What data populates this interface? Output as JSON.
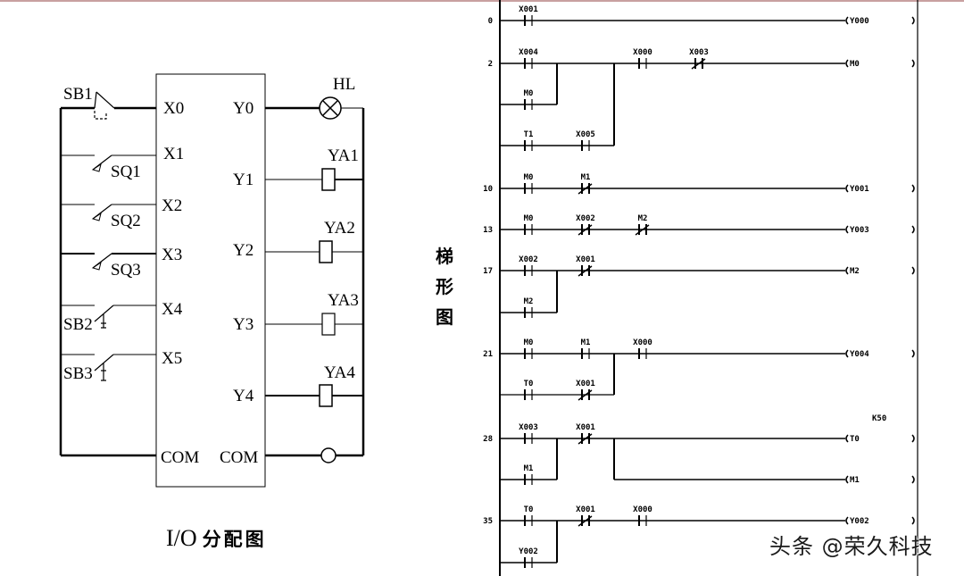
{
  "io_diagram": {
    "caption_prefix": "I/O",
    "caption_cn": "分配图",
    "inputs": [
      {
        "terminal": "X0",
        "device": "SB1",
        "type": "pushbutton-nc"
      },
      {
        "terminal": "X1",
        "device": "SQ1",
        "type": "limit-switch"
      },
      {
        "terminal": "X2",
        "device": "SQ2",
        "type": "limit-switch"
      },
      {
        "terminal": "X3",
        "device": "SQ3",
        "type": "limit-switch"
      },
      {
        "terminal": "X4",
        "device": "SB2",
        "type": "pushbutton-no"
      },
      {
        "terminal": "X5",
        "device": "SB3",
        "type": "pushbutton-no"
      }
    ],
    "input_com": "COM",
    "outputs": [
      {
        "terminal": "Y0",
        "device": "HL",
        "type": "lamp"
      },
      {
        "terminal": "Y1",
        "device": "YA1",
        "type": "coil"
      },
      {
        "terminal": "Y2",
        "device": "YA2",
        "type": "coil"
      },
      {
        "terminal": "Y3",
        "device": "YA3",
        "type": "coil"
      },
      {
        "terminal": "Y4",
        "device": "YA4",
        "type": "coil"
      }
    ],
    "output_com": "COM"
  },
  "ladder_title": [
    "梯",
    "形",
    "图"
  ],
  "ladder": {
    "rungs": [
      {
        "step": "0",
        "contacts": [
          {
            "label": "X001",
            "nc": false
          }
        ],
        "coil": "Y000"
      },
      {
        "step": "2",
        "contacts": [
          {
            "label": "X004",
            "nc": false
          },
          {
            "label": "X000",
            "nc": false
          },
          {
            "label": "X003",
            "nc": true
          }
        ],
        "branches": [
          {
            "label": "M0",
            "nc": false
          },
          {
            "label": "T1",
            "nc": false
          },
          {
            "label": "X005",
            "nc": false
          }
        ],
        "coil": "M0"
      },
      {
        "step": "10",
        "contacts": [
          {
            "label": "M0",
            "nc": false
          },
          {
            "label": "M1",
            "nc": true
          }
        ],
        "coil": "Y001"
      },
      {
        "step": "13",
        "contacts": [
          {
            "label": "M0",
            "nc": false
          },
          {
            "label": "X002",
            "nc": true
          },
          {
            "label": "M2",
            "nc": true
          }
        ],
        "coil": "Y003"
      },
      {
        "step": "17",
        "contacts": [
          {
            "label": "X002",
            "nc": false
          },
          {
            "label": "X001",
            "nc": true
          }
        ],
        "branches": [
          {
            "label": "M2",
            "nc": false
          }
        ],
        "coil": "M2"
      },
      {
        "step": "21",
        "contacts": [
          {
            "label": "M0",
            "nc": false
          },
          {
            "label": "M1",
            "nc": false
          },
          {
            "label": "X000",
            "nc": false
          }
        ],
        "branches": [
          {
            "label": "T0",
            "nc": false
          },
          {
            "label": "X001",
            "nc": true
          }
        ],
        "coil": "Y004"
      },
      {
        "step": "28",
        "contacts": [
          {
            "label": "X003",
            "nc": false
          },
          {
            "label": "X001",
            "nc": true
          }
        ],
        "branches": [
          {
            "label": "M1",
            "nc": false
          }
        ],
        "coil": "T0",
        "coil_param": "K50",
        "second_coil": "M1"
      },
      {
        "step": "35",
        "contacts": [
          {
            "label": "T0",
            "nc": false
          },
          {
            "label": "X001",
            "nc": true
          },
          {
            "label": "X000",
            "nc": false
          }
        ],
        "branches": [
          {
            "label": "Y002",
            "nc": false
          }
        ],
        "coil": "Y002"
      }
    ]
  },
  "watermark": "头条 @荣久科技"
}
